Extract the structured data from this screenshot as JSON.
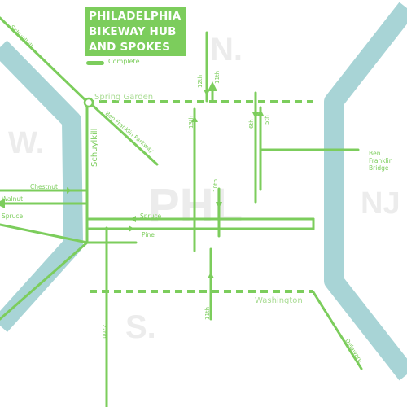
{
  "title": {
    "lines": [
      "PHILADELPHIA",
      "BIKEWAY HUB",
      "AND SPOKES"
    ]
  },
  "legend": {
    "complete_label": "Complete"
  },
  "colors": {
    "route": "#7ccd5c",
    "river": "#a8d4d6",
    "region_text": "#ececec"
  },
  "regions": {
    "north": "N.",
    "south": "S.",
    "west": "W.",
    "nj": "NJ",
    "center": "PHL"
  },
  "streets": {
    "schuylkill_top": "Schuylkill",
    "schuylkill_vertical": "Schuylkill",
    "spring_garden": "Spring Garden",
    "ben_franklin_parkway": "Ben Franklin Parkway",
    "chestnut": "Chestnut",
    "walnut": "Walnut",
    "spruce_left": "Spruce",
    "spruce_center": "Spruce",
    "pine": "Pine",
    "washington": "Washington",
    "delaware": "Delaware",
    "twelfth": "12th",
    "eleventh_top": "11th",
    "thirteenth": "13th",
    "sixth": "6th",
    "fifth": "5th",
    "tenth": "10th",
    "eleventh_bottom": "11th",
    "twentysecond": "22nd"
  },
  "ben_franklin_bridge": [
    "Ben",
    "Franklin",
    "Bridge"
  ]
}
